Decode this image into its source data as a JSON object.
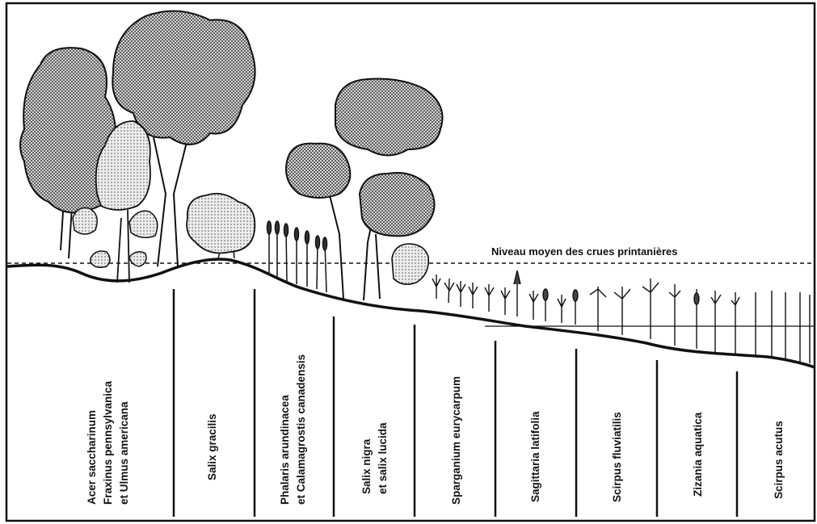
{
  "flood_level": {
    "label": "Niveau moyen des crues printanières"
  },
  "zones": [
    {
      "lines": [
        "Acer saccharinum",
        "Fraxinus pennsylvanica",
        "et Ulmus americana"
      ]
    },
    {
      "lines": [
        "Salix gracilis"
      ]
    },
    {
      "lines": [
        "Phalaris arundinacea",
        "et Calamagrostis canadensis"
      ]
    },
    {
      "lines": [
        "Salix nigra",
        "et salix lucida"
      ]
    },
    {
      "lines": [
        "Sparganium eurycarpum"
      ]
    },
    {
      "lines": [
        "Sagittaria latifolia"
      ]
    },
    {
      "lines": [
        "Scirpus fluviatilis"
      ]
    },
    {
      "lines": [
        "Zizania aquatica"
      ]
    },
    {
      "lines": [
        "Scirpus acutus"
      ]
    }
  ],
  "colors": {
    "ink": "#111111",
    "foliage": "#9a9a9a",
    "foliage_light": "#c4c4c4"
  }
}
